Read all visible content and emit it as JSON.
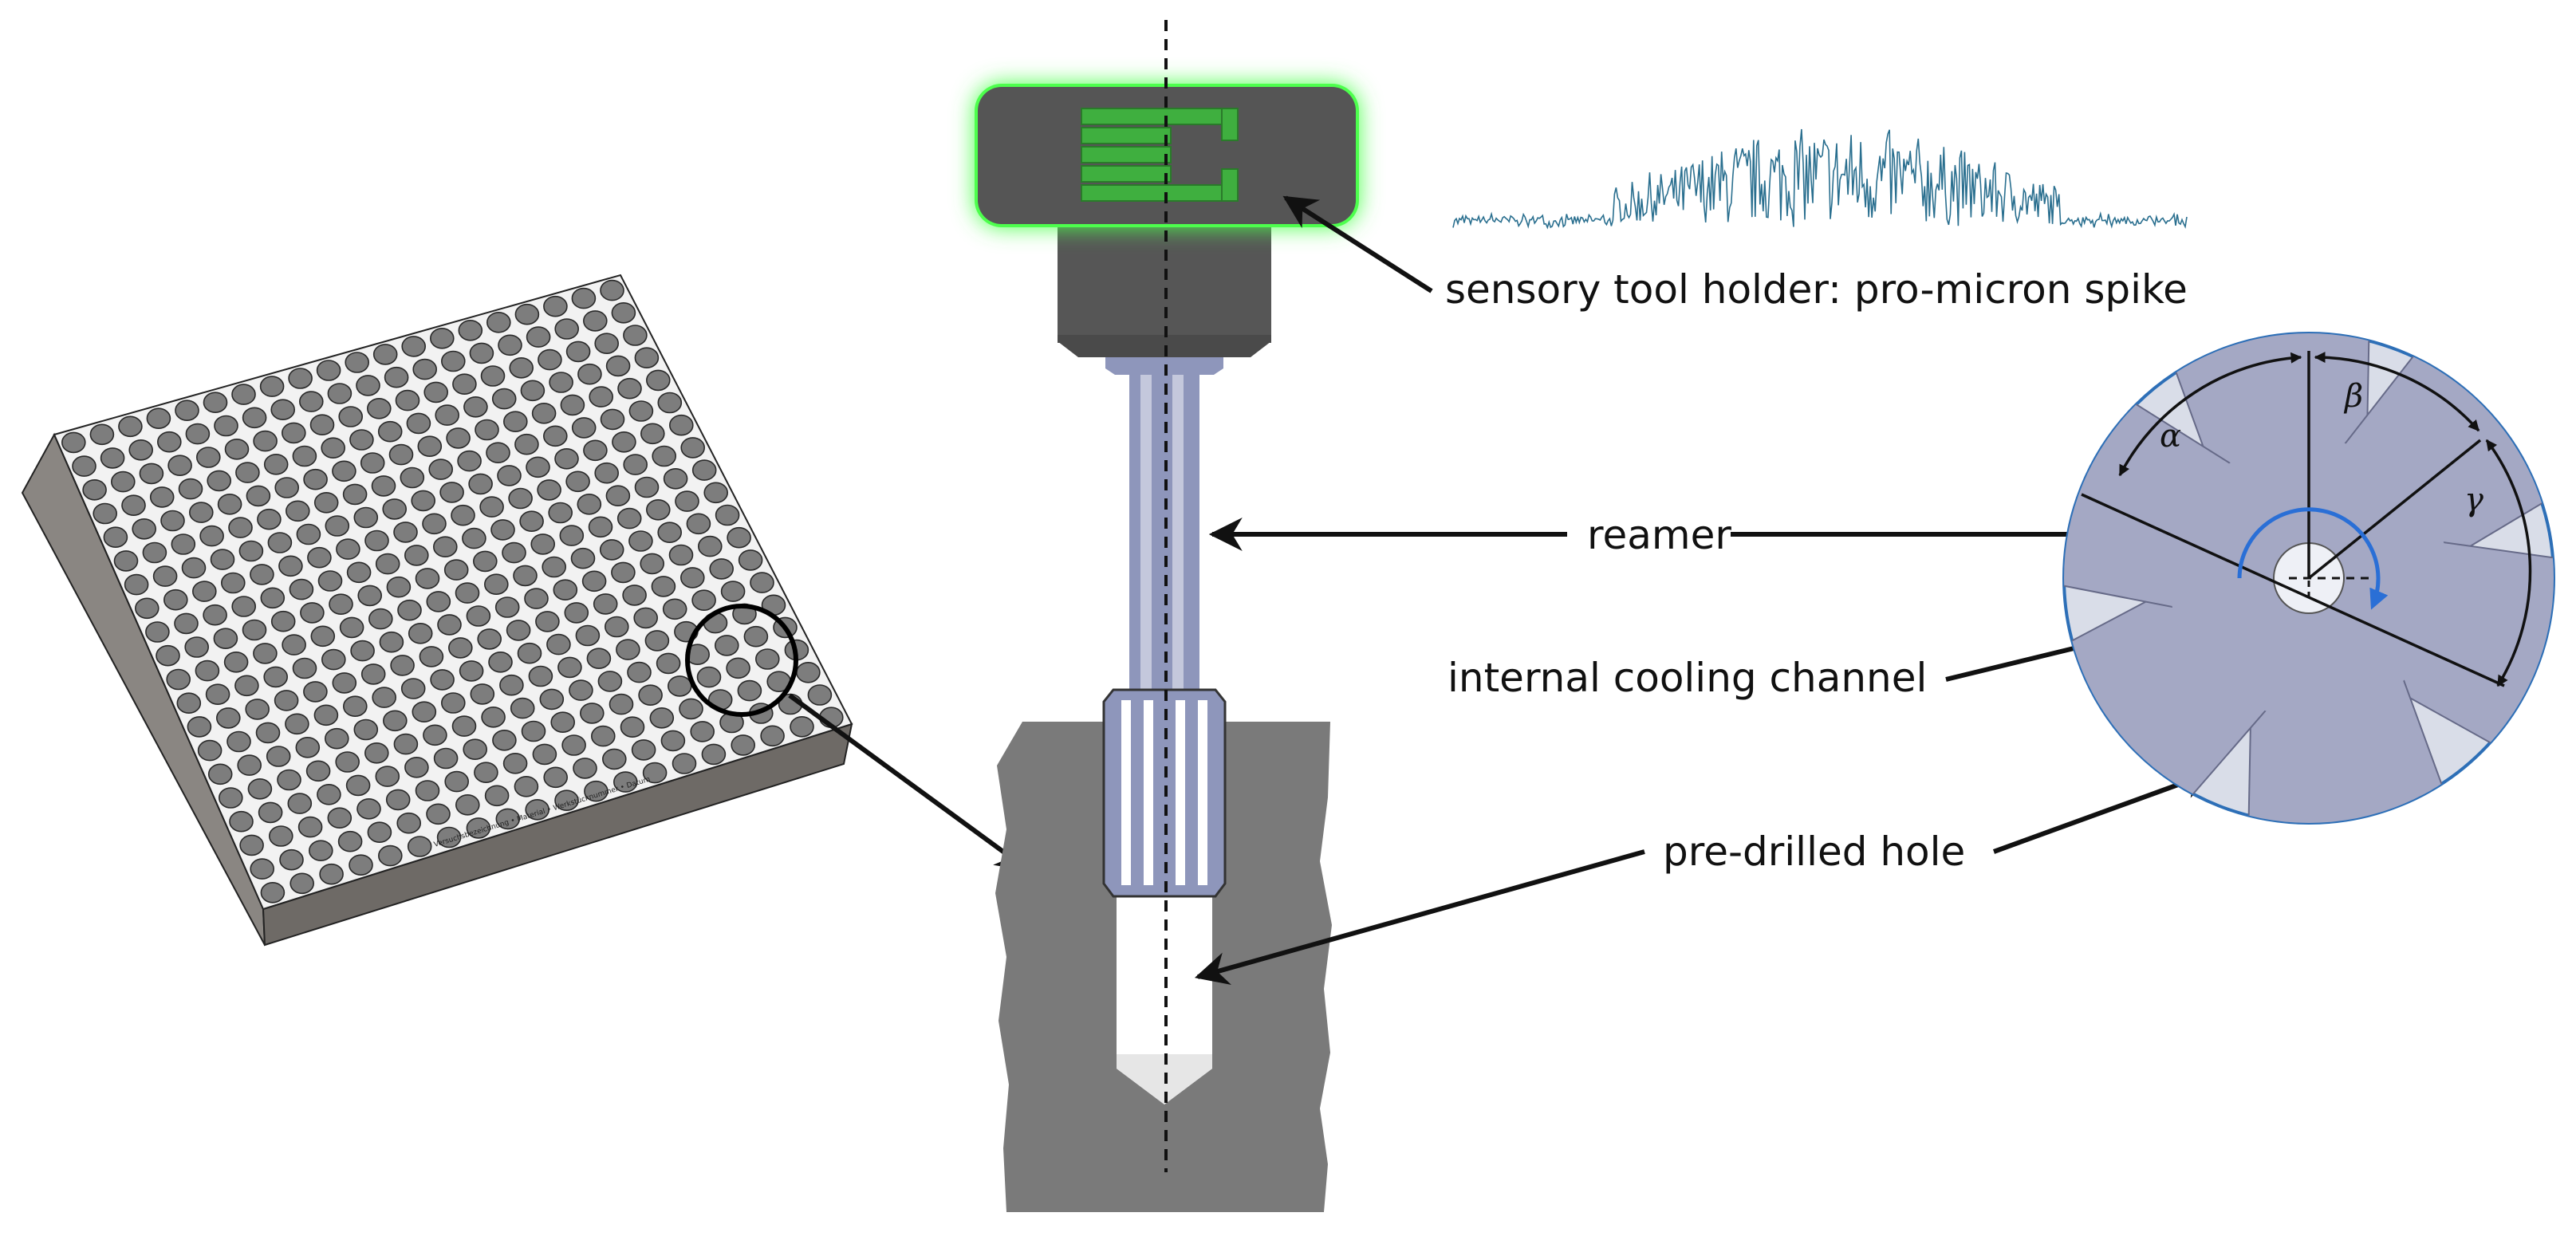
{
  "labels": {
    "tool_holder": "sensory tool holder: pro-micron spike",
    "reamer": "reamer",
    "cooling_channel": "internal cooling channel",
    "pre_drilled_hole": "pre-drilled hole"
  },
  "angles": {
    "alpha": "α",
    "beta": "β",
    "gamma": "γ"
  },
  "plate": {
    "caption": "Versuchsbezeichnung • Material • Werkstücknummer • Datum",
    "grid_rows": 20,
    "grid_cols": 20
  },
  "signal": {
    "samples": 460
  },
  "colors": {
    "holder_glow": "#4dff4d",
    "holder_body": "#555555",
    "sensor_green": "#3faf3f",
    "reamer": "#8e96bb",
    "workpiece": "#7a7a7a",
    "signal": "#2a6f8f",
    "cross_section": "#a4a8c4",
    "cross_section_bg": "#d9dde8",
    "rotation_arrow": "#2a6fd6"
  }
}
